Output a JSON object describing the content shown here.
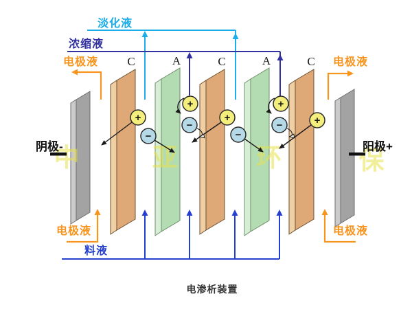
{
  "title": "电渗析装置",
  "streams": {
    "dilute": {
      "label": "淡化液",
      "color": "#1badea"
    },
    "concentrate": {
      "label": "浓缩液",
      "color": "#32319f"
    },
    "feed": {
      "label": "料液",
      "color": "#2540cf"
    },
    "electrode_liquid": {
      "label": "电极液",
      "color": "#f7941d"
    }
  },
  "electrodes": {
    "cathode": {
      "label": "阴极-"
    },
    "anode": {
      "label": "阳极+"
    }
  },
  "membranes": [
    {
      "label": "C"
    },
    {
      "label": "A"
    },
    {
      "label": "C"
    },
    {
      "label": "A"
    },
    {
      "label": "C"
    }
  ],
  "ions": {
    "plus": "+",
    "minus": "−"
  },
  "watermark": {
    "chars": [
      "中",
      "亚",
      "环",
      "保"
    ]
  },
  "colors": {
    "membrane_c_front": "#dfa877",
    "membrane_c_edge": "#f1cfa4",
    "membrane_a_front": "#b3dcb3",
    "membrane_a_edge": "#d6eed3",
    "electrode_front": "#a3a3a3",
    "electrode_edge": "#cbcbcb",
    "cation_fill": "#f4ee7c",
    "anion_fill": "#b5d9e6",
    "watermark_fill": "#e9e24c"
  }
}
